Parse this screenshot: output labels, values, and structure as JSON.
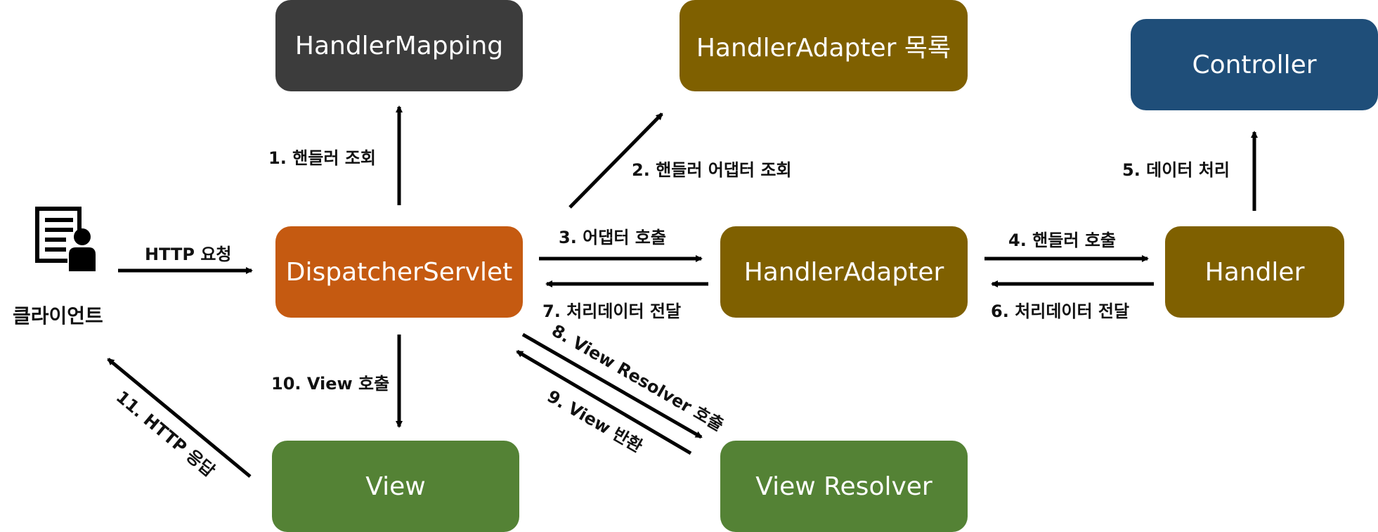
{
  "colors": {
    "handler_mapping": "#3c3c3c",
    "handler_adapter_list": "#7f6000",
    "controller": "#1f4e79",
    "dispatcher_servlet": "#c55a11",
    "handler_adapter": "#7f6000",
    "handler": "#7f6000",
    "view": "#548235",
    "view_resolver": "#548235",
    "arrow": "#000000"
  },
  "nodes": {
    "handler_mapping": "HandlerMapping",
    "handler_adapter_list": "HandlerAdapter 목록",
    "controller": "Controller",
    "dispatcher_servlet": "DispatcherServlet",
    "handler_adapter": "HandlerAdapter",
    "handler": "Handler",
    "view": "View",
    "view_resolver": "View Resolver",
    "client": "클라이언트"
  },
  "client_icon": "client-document-user-icon",
  "edges": {
    "http_request": "HTTP 요청",
    "step1": "1. 핸들러 조회",
    "step2": "2. 핸들러 어댑터 조회",
    "step3": "3. 어댑터 호출",
    "step4": "4. 핸들러 호출",
    "step5": "5. 데이터 처리",
    "step6": "6. 처리데이터 전달",
    "step7": "7. 처리데이터 전달",
    "step8": "8. View Resolver 호출",
    "step9": "9. View 반환",
    "step10": "10. View 호출",
    "step11": "11. HTTP 응답"
  }
}
